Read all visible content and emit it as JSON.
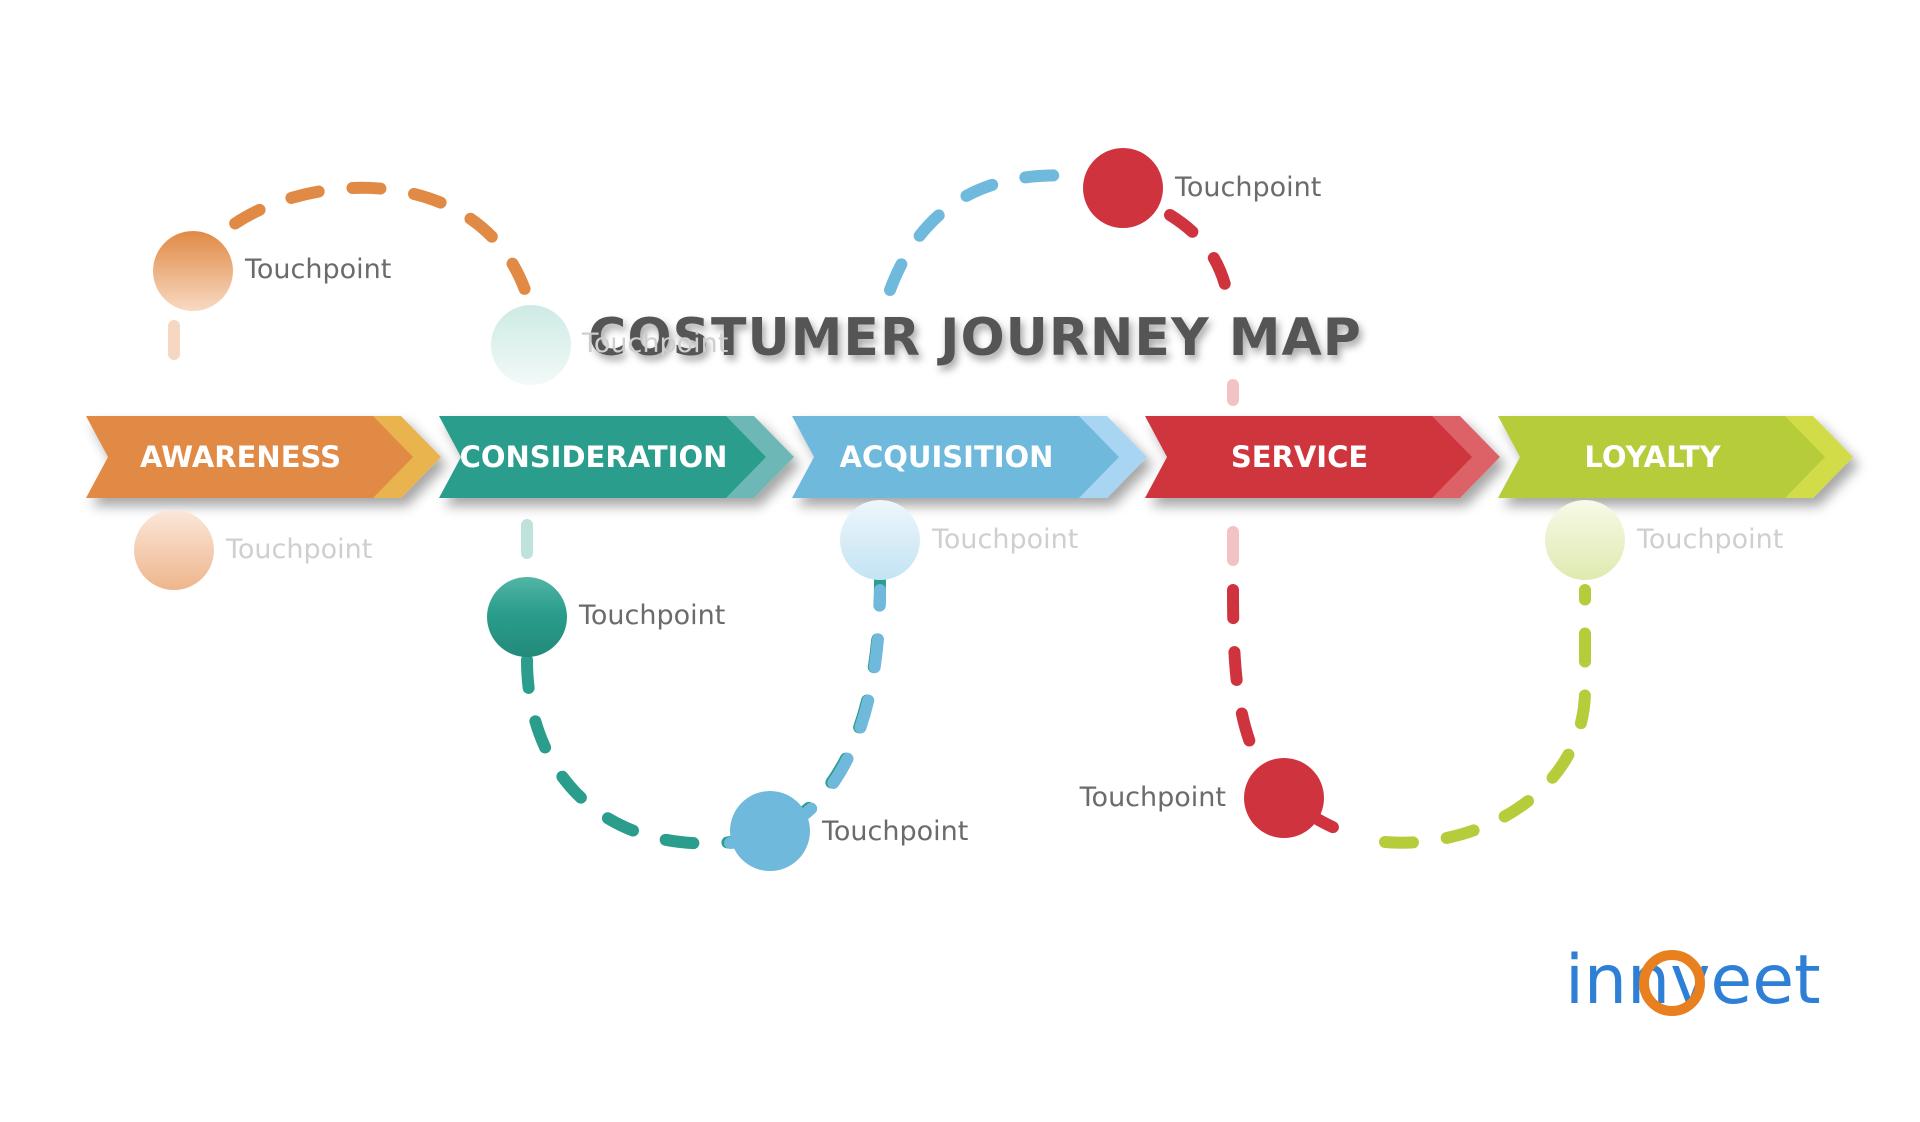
{
  "title": "COSTUMER JOURNEY MAP",
  "stages": [
    {
      "label": "AWARENESS",
      "color": "#E08A45",
      "tip": "#E9B44E"
    },
    {
      "label": "CONSIDERATION",
      "color": "#2A9D8C",
      "tip": "#6DB8B6"
    },
    {
      "label": "ACQUISITION",
      "color": "#6EB9DC",
      "tip": "#A8D6F2"
    },
    {
      "label": "SERVICE",
      "color": "#CF343E",
      "tip": "#DD6268"
    },
    {
      "label": "LOYALTY",
      "color": "#B6CC3A",
      "tip": "#D2DC4A"
    }
  ],
  "touchpoint_label": "Touchpoint",
  "logo": {
    "part1": "in",
    "part2": "n",
    "part3": "veet",
    "color_blue": "#2E7FD6",
    "color_orange": "#E8801F"
  }
}
